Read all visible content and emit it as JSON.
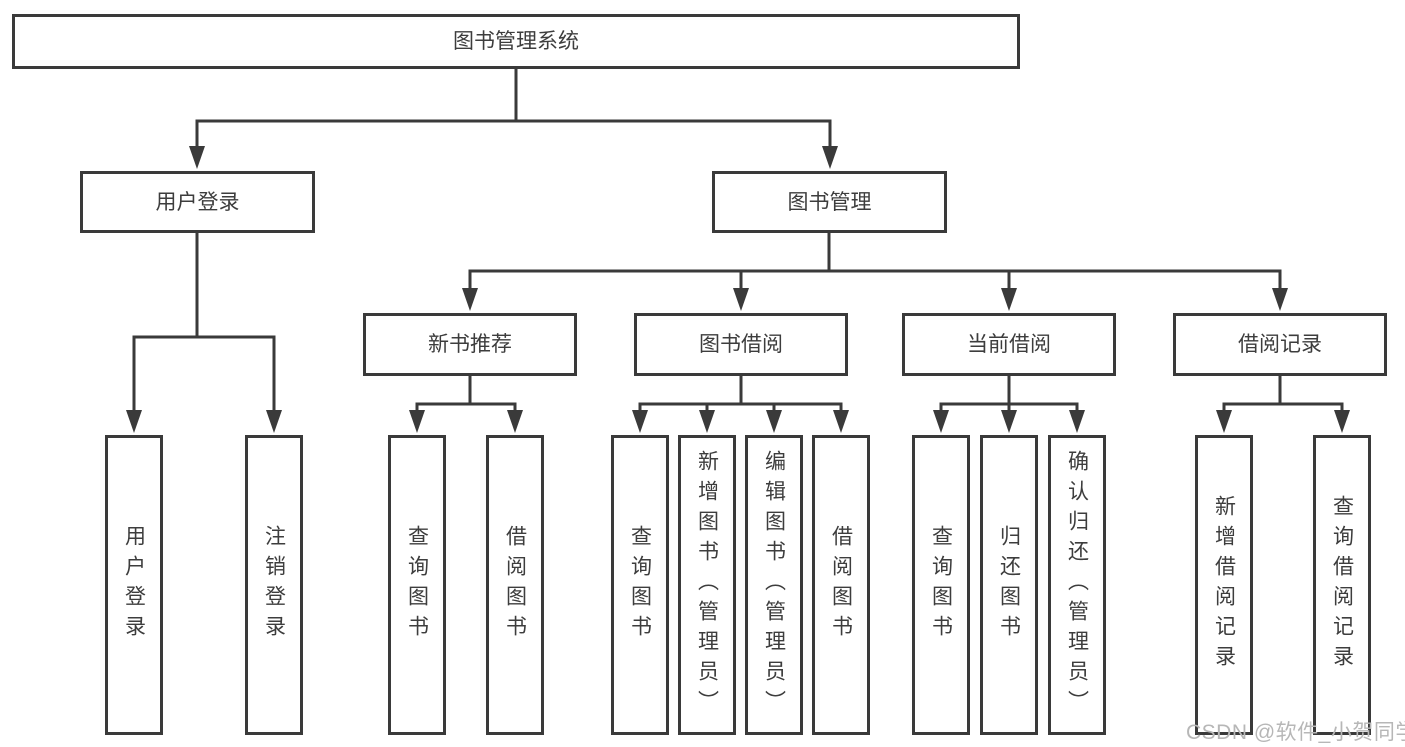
{
  "nodes": {
    "root": {
      "label": "图书管理系统"
    },
    "user_login": {
      "label": "用户登录",
      "children": [
        {
          "label": "用户登录"
        },
        {
          "label": "注销登录"
        }
      ]
    },
    "book_management": {
      "label": "图书管理",
      "children": [
        {
          "label": "新书推荐",
          "children": [
            {
              "label": "查询图书"
            },
            {
              "label": "借阅图书"
            }
          ]
        },
        {
          "label": "图书借阅",
          "children": [
            {
              "label": "查询图书"
            },
            {
              "label": "新增图书（管理员）"
            },
            {
              "label": "编辑图书（管理员）"
            },
            {
              "label": "借阅图书"
            }
          ]
        },
        {
          "label": "当前借阅",
          "children": [
            {
              "label": "查询图书"
            },
            {
              "label": "归还图书"
            },
            {
              "label": "确认归还（管理员）"
            }
          ]
        },
        {
          "label": "借阅记录",
          "children": [
            {
              "label": "新增借阅记录"
            },
            {
              "label": "查询借阅记录"
            }
          ]
        }
      ]
    }
  },
  "watermark": {
    "text": "CSDN @软件_小贺同学"
  },
  "colors": {
    "line": "#3a3a3a",
    "text": "#3d3d3d",
    "background": "#ffffff",
    "watermark": "#b7b7b7"
  }
}
